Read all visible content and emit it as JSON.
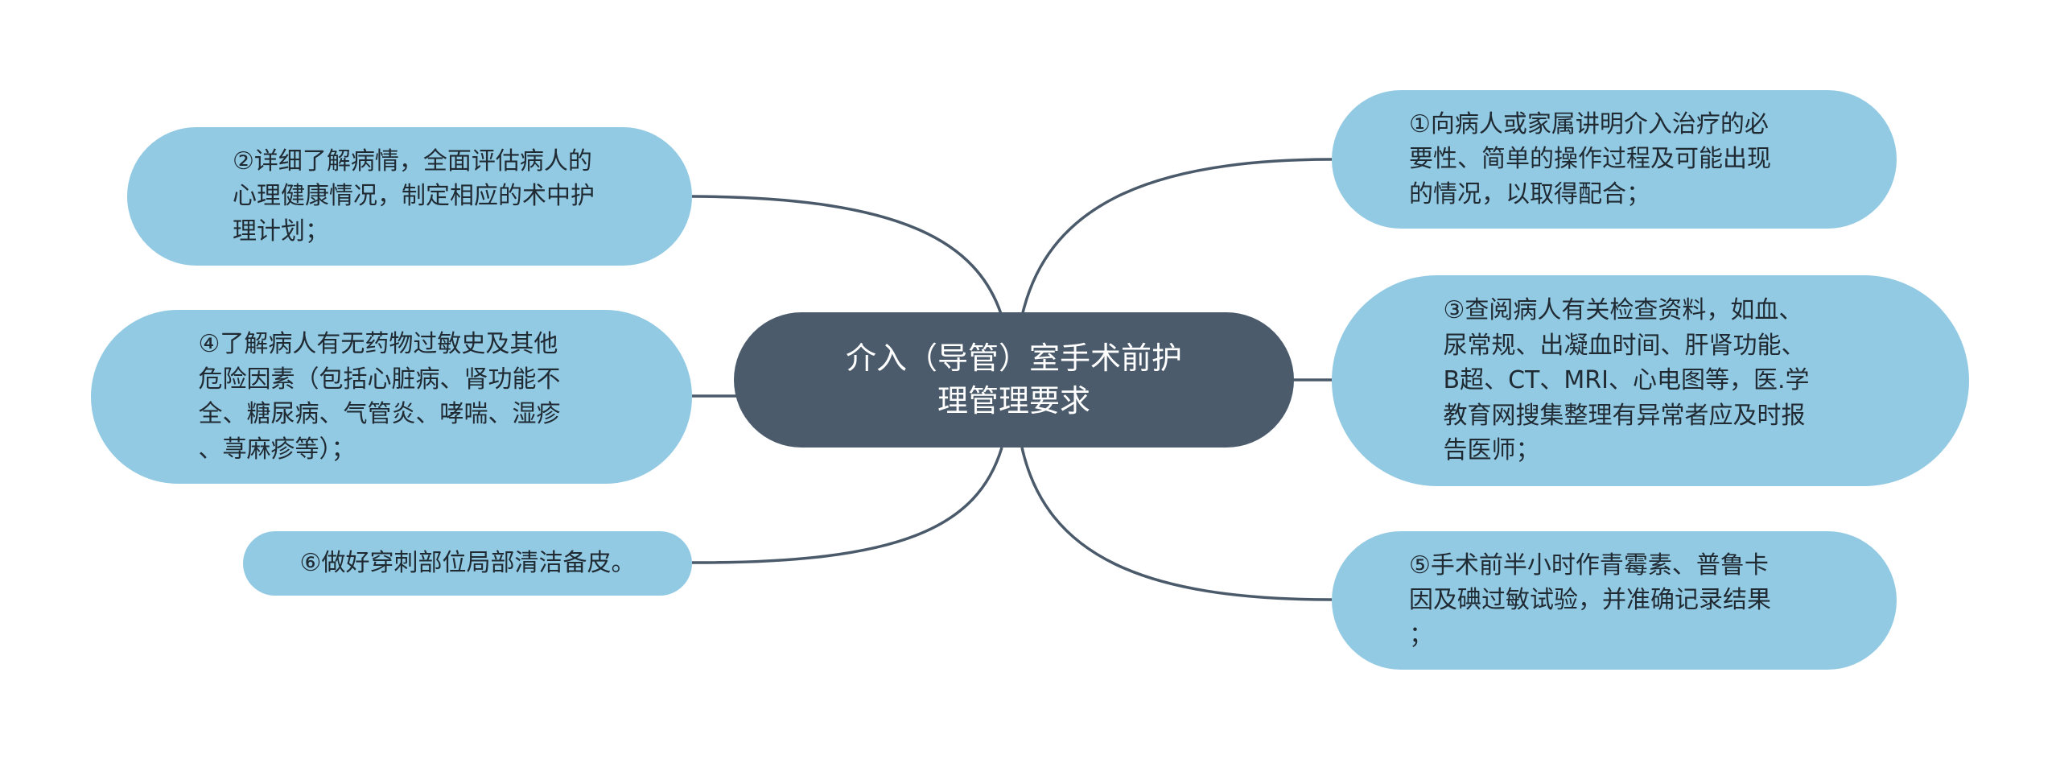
{
  "colors": {
    "center_fill": "#4b5b6b",
    "leaf_fill": "#93cae3",
    "connector": "#4a5a6a"
  },
  "center": {
    "label": "介入（导管）室手术前护\n理管理要求"
  },
  "left_nodes": [
    {
      "id": "2",
      "label": "②详细了解病情，全面评估病人的\n心理健康情况，制定相应的术中护\n理计划；"
    },
    {
      "id": "4",
      "label": "④了解病人有无药物过敏史及其他\n危险因素（包括心脏病、肾功能不\n全、糖尿病、气管炎、哮喘、湿疹\n、荨麻疹等）；"
    },
    {
      "id": "6",
      "label": "⑥做好穿刺部位局部清洁备皮。"
    }
  ],
  "right_nodes": [
    {
      "id": "1",
      "label": "①向病人或家属讲明介入治疗的必\n要性、简单的操作过程及可能出现\n的情况，以取得配合；"
    },
    {
      "id": "3",
      "label": "③查阅病人有关检查资料，如血、\n尿常规、出凝血时间、肝肾功能、\nB超、CT、MRI、心电图等，医.学\n教育网搜集整理有异常者应及时报\n告医师；"
    },
    {
      "id": "5",
      "label": "⑤手术前半小时作青霉素、普鲁卡\n因及碘过敏试验，并准确记录结果\n；"
    }
  ]
}
